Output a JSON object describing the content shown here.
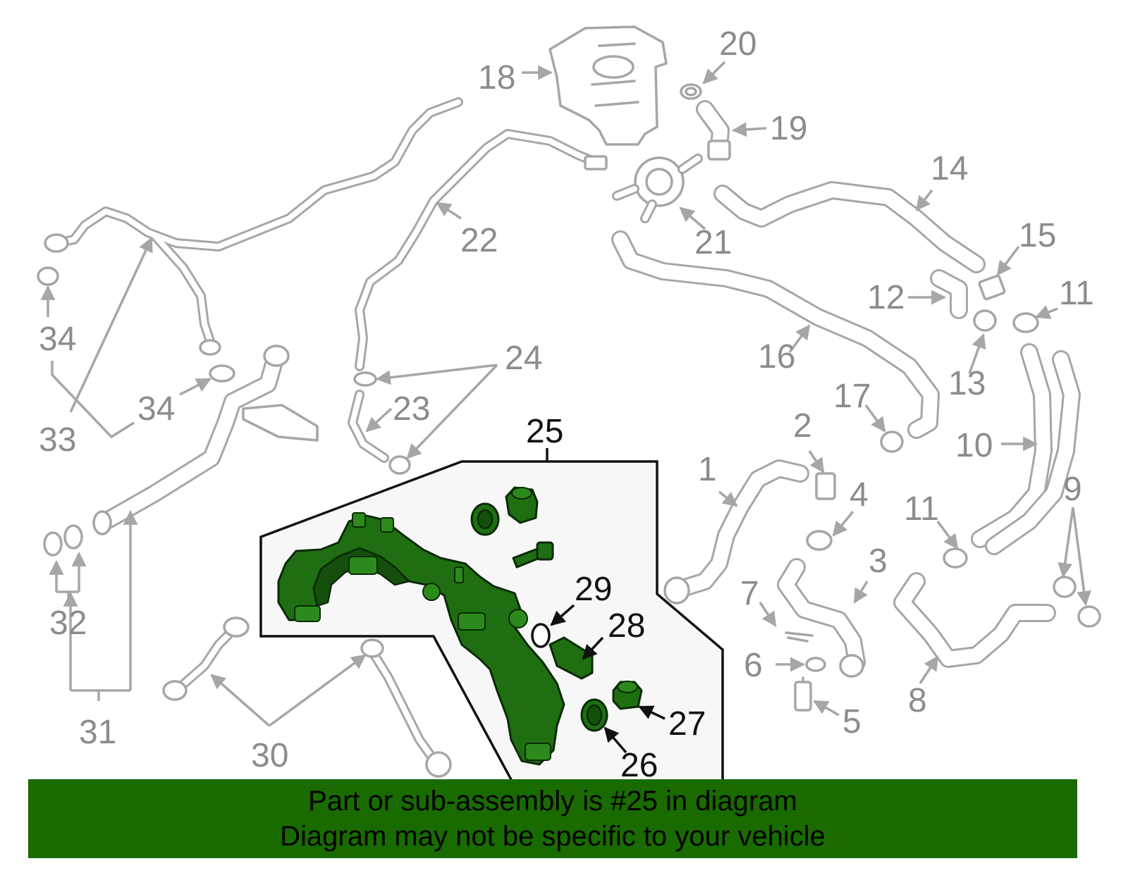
{
  "diagram": {
    "highlighted_part": "25",
    "colors": {
      "highlight_fill": "#1f6f12",
      "banner_background": "#196b00",
      "panel_background": "#f7f7f7",
      "ghost_parts": "#a6a6a6"
    },
    "callouts": [
      {
        "id": "c1",
        "text": "1"
      },
      {
        "id": "c2",
        "text": "2"
      },
      {
        "id": "c3",
        "text": "3"
      },
      {
        "id": "c4",
        "text": "4"
      },
      {
        "id": "c5",
        "text": "5"
      },
      {
        "id": "c6",
        "text": "6"
      },
      {
        "id": "c7",
        "text": "7"
      },
      {
        "id": "c8",
        "text": "8"
      },
      {
        "id": "c9",
        "text": "9"
      },
      {
        "id": "c10",
        "text": "10"
      },
      {
        "id": "c11a",
        "text": "11"
      },
      {
        "id": "c11b",
        "text": "11"
      },
      {
        "id": "c12",
        "text": "12"
      },
      {
        "id": "c13",
        "text": "13"
      },
      {
        "id": "c14",
        "text": "14"
      },
      {
        "id": "c15",
        "text": "15"
      },
      {
        "id": "c16",
        "text": "16"
      },
      {
        "id": "c17",
        "text": "17"
      },
      {
        "id": "c18",
        "text": "18"
      },
      {
        "id": "c19",
        "text": "19"
      },
      {
        "id": "c20",
        "text": "20"
      },
      {
        "id": "c21",
        "text": "21"
      },
      {
        "id": "c22",
        "text": "22"
      },
      {
        "id": "c23",
        "text": "23"
      },
      {
        "id": "c24",
        "text": "24"
      },
      {
        "id": "c25",
        "text": "25"
      },
      {
        "id": "c26",
        "text": "26"
      },
      {
        "id": "c27",
        "text": "27"
      },
      {
        "id": "c28",
        "text": "28"
      },
      {
        "id": "c29",
        "text": "29"
      },
      {
        "id": "c30",
        "text": "30"
      },
      {
        "id": "c31",
        "text": "31"
      },
      {
        "id": "c32",
        "text": "32"
      },
      {
        "id": "c33",
        "text": "33"
      },
      {
        "id": "c34a",
        "text": "34"
      },
      {
        "id": "c34b",
        "text": "34"
      }
    ]
  },
  "banner": {
    "line1": "Part or sub-assembly is #25 in diagram",
    "line2": "Diagram may not be specific to your vehicle"
  }
}
